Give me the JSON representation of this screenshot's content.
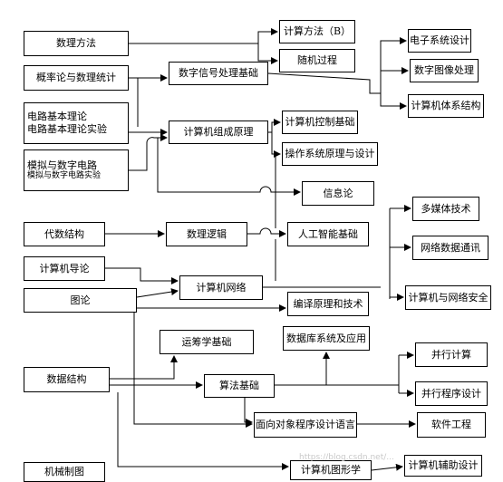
{
  "nodes": {
    "math_methods": "数理方法",
    "probability": "概率论与数理统计",
    "circuit_theory": "电路基本理论",
    "circuit_lab": "电路基本理论实验",
    "analog_digital": "模拟与数字电路",
    "analog_digital_lab": "模拟与数字电路实验",
    "algebra": "代数结构",
    "intro_cs": "计算机导论",
    "graph_theory": "图论",
    "data_structures": "数据结构",
    "mechanical_drawing": "机械制图",
    "computing_methods": "计算方法（B）",
    "random_process": "随机过程",
    "signal_processing": "数字信号处理基础",
    "electronic_design": "电子系统设计",
    "image_processing": "数字图像处理",
    "architecture": "计算机体系结构",
    "organization": "计算机组成原理",
    "control": "计算机控制基础",
    "os": "操作系统原理与设计",
    "info_theory": "信息论",
    "logic": "数理逻辑",
    "ai": "人工智能基础",
    "multimedia": "多媒体技术",
    "net_comm": "网络数据通讯",
    "network_security": "计算机与网络安全",
    "networks": "计算机网络",
    "compiler": "编译原理和技术",
    "operations_research": "运筹学基础",
    "database": "数据库系统及应用",
    "parallel": "并行计算",
    "parallel_prog": "并行程序设计",
    "algorithms": "算法基础",
    "oop": "面向对象程序设计语言",
    "software_eng": "软件工程",
    "graphics": "计算机图形学",
    "cad": "计算机辅助设计"
  },
  "watermark": "https://blog.csdn.net/..."
}
